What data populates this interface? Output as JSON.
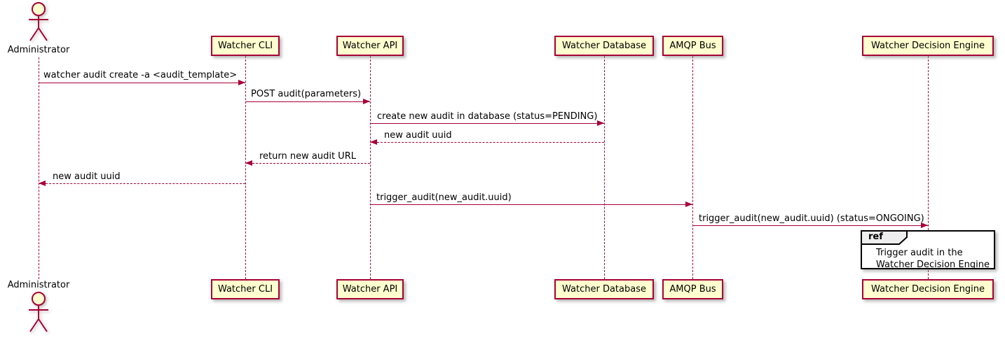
{
  "diagram": {
    "kind": "sequence-diagram",
    "actor": {
      "label": "Administrator"
    },
    "participants": [
      {
        "label": "Watcher CLI"
      },
      {
        "label": "Watcher API"
      },
      {
        "label": "Watcher Database"
      },
      {
        "label": "AMQP Bus"
      },
      {
        "label": "Watcher Decision Engine"
      }
    ],
    "messages": [
      {
        "from": "Administrator",
        "to": "Watcher CLI",
        "style": "solid",
        "label": "watcher audit create -a <audit_template>"
      },
      {
        "from": "Watcher CLI",
        "to": "Watcher API",
        "style": "solid",
        "label": "POST audit(parameters)"
      },
      {
        "from": "Watcher API",
        "to": "Watcher Database",
        "style": "solid",
        "label": "create new audit in database (status=PENDING)"
      },
      {
        "from": "Watcher Database",
        "to": "Watcher API",
        "style": "dashed",
        "label": "new audit uuid"
      },
      {
        "from": "Watcher API",
        "to": "Watcher CLI",
        "style": "dashed",
        "label": "return new audit URL"
      },
      {
        "from": "Watcher CLI",
        "to": "Administrator",
        "style": "dashed",
        "label": "new audit uuid"
      },
      {
        "from": "Watcher API",
        "to": "AMQP Bus",
        "style": "solid",
        "label": "trigger_audit(new_audit.uuid)"
      },
      {
        "from": "AMQP Bus",
        "to": "Watcher Decision Engine",
        "style": "solid",
        "label": "trigger_audit(new_audit.uuid) (status=ONGOING)"
      }
    ],
    "ref": {
      "keyword": "ref",
      "lines": [
        "Trigger audit in the",
        "Watcher Decision Engine"
      ]
    },
    "colors": {
      "participant_fill": "#FEFECE",
      "participant_border": "#A80036",
      "line": "#A80036",
      "text": "#000000",
      "ref_border": "#000000",
      "ref_header_fill": "#EEEEEE"
    }
  }
}
